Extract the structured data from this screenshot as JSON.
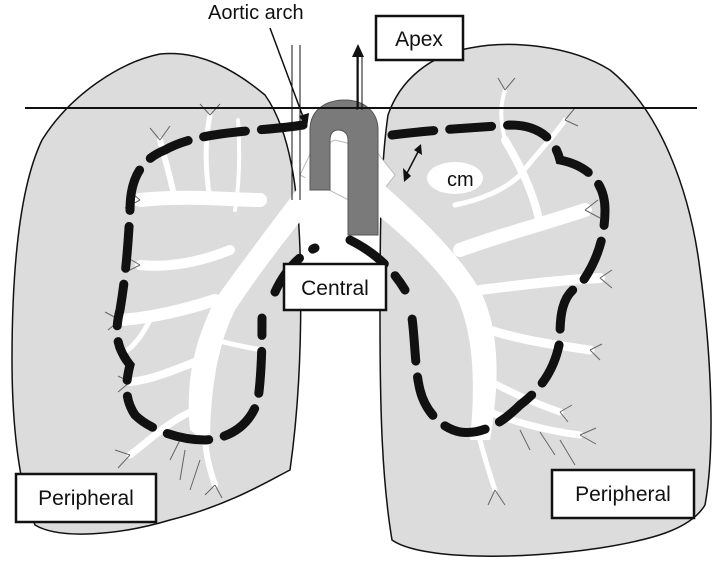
{
  "labels": {
    "aortic_arch": "Aortic arch",
    "apex": "Apex",
    "cm": "cm",
    "central": "Central",
    "peripheral_left": "Peripheral",
    "peripheral_right": "Peripheral"
  },
  "colors": {
    "lung_fill": "#dcdcdc",
    "outline": "#111111",
    "airway": "#ffffff",
    "aorta": "#7a7a7a",
    "dashed_boundary": "#111111"
  }
}
